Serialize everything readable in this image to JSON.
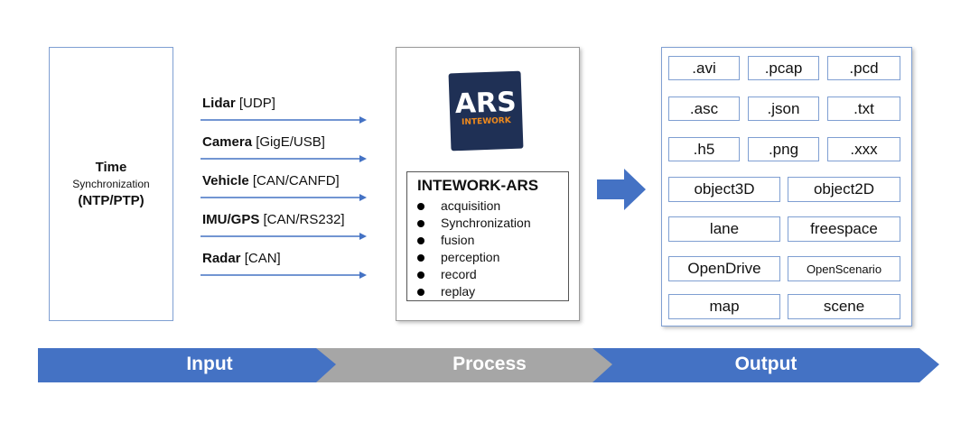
{
  "time_box": {
    "line1": "Time",
    "line2": "Synchronization",
    "line3": "(NTP/PTP)"
  },
  "inputs": [
    {
      "name": "Lidar",
      "protocol": "[UDP]"
    },
    {
      "name": "Camera",
      "protocol": "[GigE/USB]"
    },
    {
      "name": "Vehicle",
      "protocol": "[CAN/CANFD]"
    },
    {
      "name": "IMU/GPS",
      "protocol": "[CAN/RS232]"
    },
    {
      "name": "Radar",
      "protocol": "[CAN]"
    }
  ],
  "process": {
    "logo_text": "ARS",
    "logo_subtext": "INTEWORK",
    "title": "INTEWORK-ARS",
    "features": [
      "acquisition",
      "Synchronization",
      "fusion",
      "perception",
      "record",
      "replay"
    ]
  },
  "outputs": {
    "formats": [
      ".avi",
      ".pcap",
      ".pcd",
      ".asc",
      ".json",
      ".txt",
      ".h5",
      ".png",
      ".xxx"
    ],
    "items": [
      "object3D",
      "object2D",
      "lane",
      "freespace",
      "OpenDrive",
      "OpenScenario",
      "map",
      "scene"
    ]
  },
  "phases": {
    "input": "Input",
    "process": "Process",
    "output": "Output"
  },
  "colors": {
    "blue": "#4472c4",
    "gray": "#a6a6a6",
    "logo_bg": "#1f3055",
    "logo_accent": "#f08a1c"
  }
}
